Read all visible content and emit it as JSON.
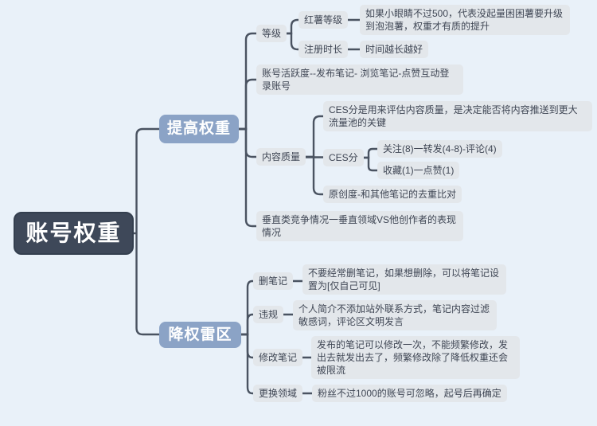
{
  "colors": {
    "background": "#e9f1f9",
    "root_bg": "#3e4859",
    "branch_bg": "#8ba3c6",
    "leaf_bg": "#e3e7eb",
    "leaf_text": "#3f4654",
    "line": "#4a5361"
  },
  "map": {
    "root": "账号权重",
    "raise": {
      "label": "提高权重",
      "level": {
        "label": "等级",
        "sweet": {
          "label": "红薯等级",
          "note": "如果小眼睛不过500，代表没起量困困薯要升级到泡泡薯，权重才有质的提升"
        },
        "register": {
          "label": "注册时长",
          "note": "时间越长越好"
        }
      },
      "activity": "账号活跃度--发布笔记- 浏览笔记-点赞互动登录账号",
      "quality": {
        "label": "内容质量",
        "ces_note": "CES分是用来评估内容质量，是决定能否将内容推送到更大流量池的关键",
        "ces": {
          "label": "CES分",
          "formula_top": "关注(8)一转发(4-8)-评论(4)",
          "formula_bottom": "收藏(1)一点赞(1)"
        },
        "originality": "原创度-和其他笔记的去重比对"
      },
      "vertical": "垂直类竞争情况一垂直领域VS他创作者的表现情况"
    },
    "reduce": {
      "label": "降权雷区",
      "del": {
        "label": "删笔记",
        "note": "不要经常删笔记，如果想删除，可以将笔记设置为[仅自己可见]"
      },
      "violation": {
        "label": "违规",
        "note": "个人简介不添加站外联系方式，笔记内容过滤敏感词，评论区文明发言"
      },
      "edit": {
        "label": "修改笔记",
        "note": "发布的笔记可以修改一次，不能频繁修改，发出去就发出去了，频繁修改除了降低权重还会被限流"
      },
      "change": {
        "label": "更换领域",
        "note": "粉丝不过1000的账号可忽略，起号后再确定"
      }
    }
  }
}
